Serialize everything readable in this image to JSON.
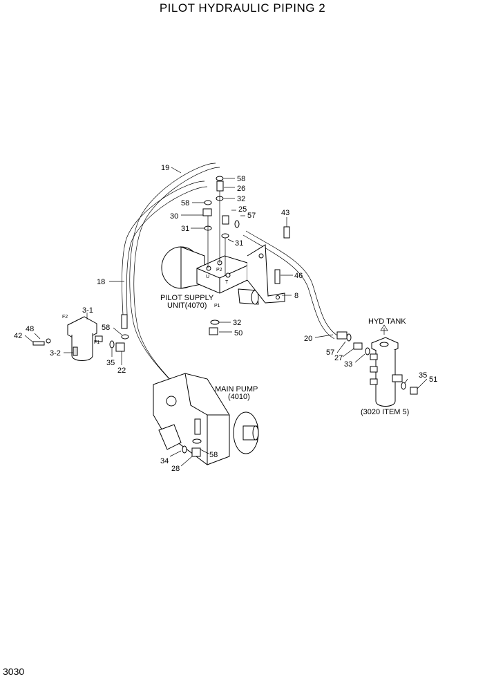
{
  "title": "PILOT HYDRAULIC PIPING 2",
  "page_number": "3030",
  "callouts": {
    "c19": "19",
    "c58a": "58",
    "c26": "26",
    "c32a": "32",
    "c58b": "58",
    "c25": "25",
    "c57a": "57",
    "c30": "30",
    "c31a": "31",
    "c43": "43",
    "c31b": "31",
    "c18": "18",
    "c46": "46",
    "c8": "8",
    "c3_1": "3-1",
    "c48": "48",
    "c42": "42",
    "c58c": "58",
    "c32b": "32",
    "c50": "50",
    "c3_2": "3-2",
    "c35a": "35",
    "c22": "22",
    "c20": "20",
    "c57b": "57",
    "c27": "27",
    "c33": "33",
    "c35b": "35",
    "c51": "51",
    "c34": "34",
    "c28": "28",
    "c58d": "58"
  },
  "labels": {
    "pilot_supply_line1": "PILOT SUPPLY",
    "pilot_supply_line2": "UNIT(4070)",
    "main_pump_line1": "MAIN PUMP",
    "main_pump_line2": "(4010)",
    "hyd_tank": "HYD TANK",
    "tank_ref": "(3020 ITEM 5)",
    "port_p1": "P1",
    "port_p2": "P2",
    "port_f1": "F1",
    "port_f2": "F2",
    "port_u": "U",
    "port_t": "T"
  }
}
